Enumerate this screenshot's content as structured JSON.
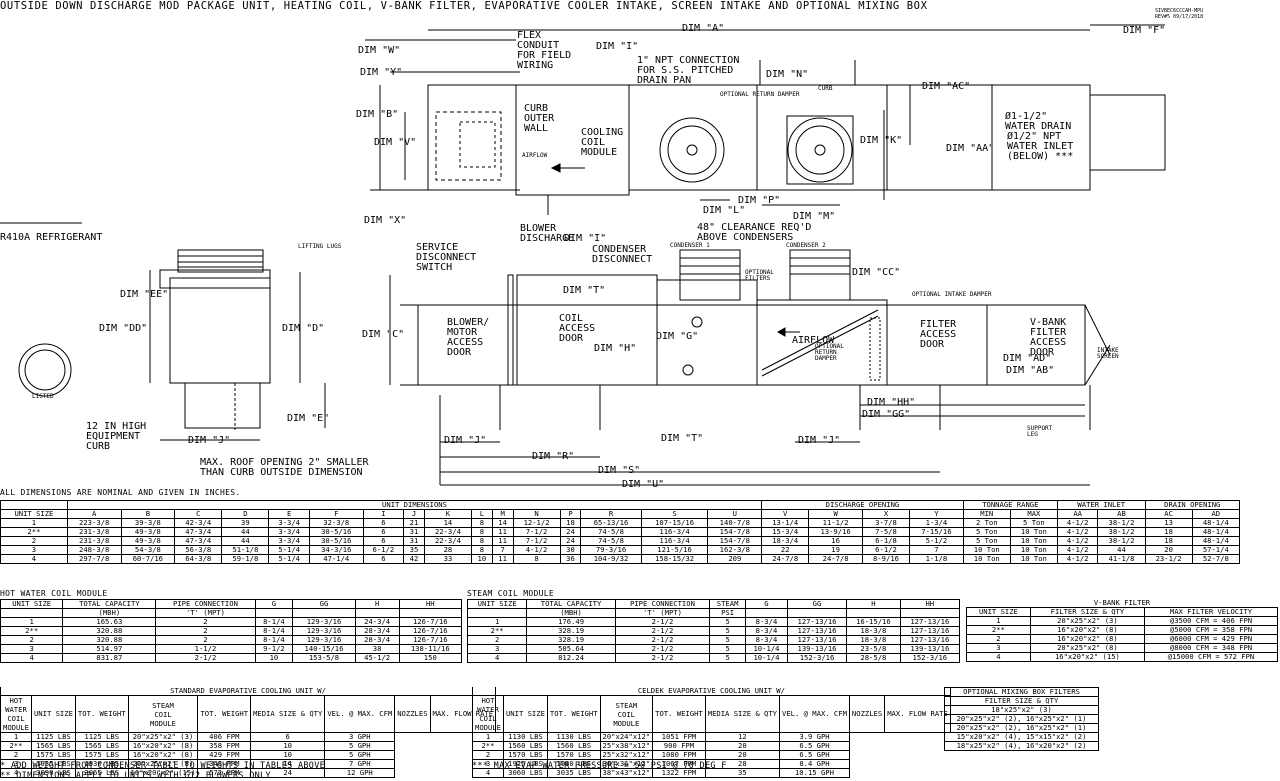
{
  "title": "OUTSIDE DOWN DISCHARGE MOD PACKAGE UNIT, HEATING COIL, V-BANK FILTER, EVAPORATIVE COOLER INTAKE, SCREEN INTAKE AND OPTIONAL MIXING BOX",
  "revision": {
    "code": "SIVBEC6CCCAH-MPU",
    "rev": "REV#5  09/17/2018"
  },
  "refrigerant": "R410A REFRIGERANT",
  "labels": {
    "dim_a": "DIM \"A\"",
    "dim_f": "DIM \"F\"",
    "dim_w": "DIM \"W\"",
    "dim_y": "DIM \"Y\"",
    "dim_b": "DIM \"B\"",
    "dim_v": "DIM \"V\"",
    "dim_x": "DIM \"X\"",
    "dim_i_top": "DIM \"I\"",
    "dim_i_bot": "DIM \"I\"",
    "dim_n": "DIM \"N\"",
    "dim_k": "DIM \"K\"",
    "dim_ac": "DIM \"AC\"",
    "dim_aa": "DIM \"AA\"",
    "dim_l": "DIM \"L\"",
    "dim_p": "DIM \"P\"",
    "dim_m": "DIM \"M\"",
    "dim_ee": "DIM \"EE\"",
    "dim_dd": "DIM \"DD\"",
    "dim_d": "DIM \"D\"",
    "dim_e": "DIM \"E\"",
    "dim_j_left": "DIM \"J\"",
    "dim_c": "DIM \"C\"",
    "dim_t_top": "DIM \"T\"",
    "dim_h": "DIM \"H\"",
    "dim_g": "DIM \"G\"",
    "dim_cc": "DIM \"CC\"",
    "dim_ad": "DIM \"AD\"",
    "dim_ab": "DIM \"AB\"",
    "dim_hh": "DIM \"HH\"",
    "dim_gg": "DIM \"GG\"",
    "dim_j1": "DIM \"J\"",
    "dim_t_bot": "DIM \"T\"",
    "dim_j2": "DIM \"J\"",
    "dim_r": "DIM \"R\"",
    "dim_s": "DIM \"S\"",
    "dim_u": "DIM \"U\"",
    "flex_conduit": "FLEX\nCONDUIT\nFOR FIELD\nWIRING",
    "npt_connection": "1\" NPT CONNECTION\nFOR S.S. PITCHED\nDRAIN PAN",
    "curb_outer_wall": "CURB\nOUTER\nWALL",
    "airflow_top": "AIRFLOW",
    "cooling_coil_module": "COOLING\nCOIL\nMODULE",
    "blower_discharge": "BLOWER\nDISCHARGE",
    "curb_small": "CURB",
    "optional_return_damper_top": "OPTIONAL RETURN DAMPER",
    "water_drain": "Ø1-1/2\"\nWATER DRAIN",
    "water_inlet": "Ø1/2\" NPT\nWATER INLET\n(BELOW) ***",
    "clearance": "48\" CLEARANCE REQ'D\nABOVE CONDENSERS",
    "lifting_lugs": "LIFTING LUGS",
    "equipment_curb": "12 IN HIGH\nEQUIPMENT\nCURB",
    "roof_opening": "MAX. ROOF OPENING 2\" SMALLER\nTHAN CURB OUTSIDE DIMENSION",
    "service_disconnect": "SERVICE\nDISCONNECT\nSWITCH",
    "condenser_disconnect": "CONDENSER\nDISCONNECT",
    "condenser_1": "CONDENSER 1",
    "condenser_2": "CONDENSER 2",
    "optional_filters": "OPTIONAL\nFILTERS",
    "optional_intake_damper": "OPTIONAL INTAKE DAMPER",
    "blower_access": "BLOWER/\nMOTOR\nACCESS\nDOOR",
    "coil_access": "COIL\nACCESS\nDOOR",
    "airflow_side": "AIRFLOW",
    "optional_return_damper_side": "OPTIONAL\nRETURN\nDAMPER",
    "filter_access": "FILTER\nACCESS\nDOOR",
    "vbank_access": "V-BANK\nFILTER\nACCESS\nDOOR",
    "intake_screen": "INTAKE\nSCREEN",
    "support_leg": "SUPPORT\nLEG",
    "etl_listed": "LISTED"
  },
  "dims_note": "ALL DIMENSIONS ARE NOMINAL AND GIVEN IN INCHES.",
  "unit_table": {
    "group_headers": [
      "UNIT DIMENSIONS",
      "DISCHARGE OPENING",
      "TONNAGE RANGE",
      "WATER INLET",
      "DRAIN OPENING"
    ],
    "columns": [
      "UNIT SIZE",
      "A",
      "B",
      "C",
      "D",
      "E",
      "F",
      "I",
      "J",
      "K",
      "L",
      "M",
      "N",
      "P",
      "R",
      "S",
      "U",
      "V",
      "W",
      "X",
      "Y",
      "MIN",
      "MAX",
      "AA",
      "AB",
      "AC",
      "AD"
    ],
    "rows": [
      [
        "1",
        "223-3/8",
        "39-3/8",
        "42-3/4",
        "39",
        "3-3/4",
        "32-3/8",
        "6",
        "21",
        "14",
        "8",
        "14",
        "12-1/2",
        "18",
        "65-13/16",
        "107-15/16",
        "140-7/8",
        "13-1/4",
        "11-1/2",
        "3-7/8",
        "1-3/4",
        "2 Ton",
        "5 Ton",
        "4-1/2",
        "38-1/2",
        "13",
        "48-1/4"
      ],
      [
        "2**",
        "231-3/8",
        "49-3/8",
        "47-3/4",
        "44",
        "3-3/4",
        "30-5/16",
        "6",
        "31",
        "22-3/4",
        "8",
        "11",
        "7-1/2",
        "24",
        "74-5/8",
        "116-3/4",
        "154-7/8",
        "15-3/4",
        "13-9/16",
        "7-5/8",
        "7-15/16",
        "5 Ton",
        "10 Ton",
        "4-1/2",
        "38-1/2",
        "18",
        "48-1/4"
      ],
      [
        "2",
        "231-3/8",
        "49-3/8",
        "47-3/4",
        "44",
        "3-3/4",
        "30-5/16",
        "6",
        "31",
        "22-3/4",
        "8",
        "11",
        "7-1/2",
        "24",
        "74-5/8",
        "116-3/4",
        "154-7/8",
        "18-3/4",
        "16",
        "6-1/8",
        "5-1/2",
        "5 Ton",
        "10 Ton",
        "4-1/2",
        "38-1/2",
        "18",
        "48-1/4"
      ],
      [
        "3",
        "248-3/8",
        "54-3/8",
        "56-3/8",
        "51-1/8",
        "5-1/4",
        "34-3/16",
        "6-1/2",
        "35",
        "28",
        "8",
        "7",
        "4-1/2",
        "30",
        "79-3/16",
        "121-5/16",
        "162-3/8",
        "22",
        "19",
        "6-1/2",
        "7",
        "10 Ton",
        "10 Ton",
        "4-1/2",
        "44",
        "20",
        "57-1/4"
      ],
      [
        "4",
        "297-7/8",
        "60-7/16",
        "64-3/8",
        "59-1/8",
        "5-1/4",
        "47-1/4",
        "6",
        "42",
        "33",
        "10",
        "11",
        "8",
        "36",
        "104-9/32",
        "158-15/32",
        "209",
        "24-7/8",
        "24-7/8",
        "8-9/16",
        "1-1/8",
        "10 Ton",
        "10 Ton",
        "4-1/2",
        "41-1/8",
        "23-1/2",
        "52-7/8"
      ]
    ]
  },
  "hot_water": {
    "title": "HOT WATER COIL MODULE",
    "headers": [
      "UNIT SIZE",
      "TOTAL CAPACITY",
      "PIPE CONNECTION",
      "G",
      "GG",
      "H",
      "HH"
    ],
    "subheaders": [
      "",
      "(MBH)",
      "'T' (MPT)",
      "",
      "",
      "",
      ""
    ],
    "rows": [
      [
        "1",
        "165.63",
        "2",
        "8-1/4",
        "129-3/16",
        "24-3/4",
        "126-7/16"
      ],
      [
        "2**",
        "320.88",
        "2",
        "8-1/4",
        "129-3/16",
        "28-3/4",
        "126-7/16"
      ],
      [
        "2",
        "320.88",
        "2",
        "8-1/4",
        "129-3/16",
        "28-3/4",
        "126-7/16"
      ],
      [
        "3",
        "514.97",
        "1-1/2",
        "9-1/2",
        "140-15/16",
        "38",
        "138-11/16"
      ],
      [
        "4",
        "831.87",
        "2-1/2",
        "10",
        "153-5/8",
        "45-1/2",
        "150"
      ]
    ]
  },
  "steam": {
    "title": "STEAM COIL MODULE",
    "headers": [
      "UNIT SIZE",
      "TOTAL CAPACITY",
      "PIPE CONNECTION",
      "STEAM",
      "G",
      "GG",
      "H",
      "HH"
    ],
    "subheaders": [
      "",
      "(MBH)",
      "'T' (MPT)",
      "PSI",
      "",
      "",
      "",
      ""
    ],
    "rows": [
      [
        "1",
        "176.49",
        "2-1/2",
        "5",
        "8-3/4",
        "127-13/16",
        "16-15/16",
        "127-13/16"
      ],
      [
        "2**",
        "328.19",
        "2-1/2",
        "5",
        "8-3/4",
        "127-13/16",
        "18-3/8",
        "127-13/16"
      ],
      [
        "2",
        "328.19",
        "2-1/2",
        "5",
        "8-3/4",
        "127-13/16",
        "18-3/8",
        "127-13/16"
      ],
      [
        "3",
        "505.64",
        "2-1/2",
        "5",
        "10-1/4",
        "139-13/16",
        "23-5/8",
        "139-13/16"
      ],
      [
        "4",
        "812.24",
        "2-1/2",
        "5",
        "10-1/4",
        "152-3/16",
        "28-5/8",
        "152-3/16"
      ]
    ]
  },
  "vbank": {
    "title": "V-BANK FILTER",
    "headers": [
      "UNIT SIZE",
      "FILTER SIZE & QTY",
      "MAX FILTER VELOCITY"
    ],
    "rows": [
      [
        "1",
        "20\"x25\"x2\" (3)",
        "@3500 CFM = 406 FPN"
      ],
      [
        "2**",
        "16\"x20\"x2\" (8)",
        "@5000 CFM = 358 FPN"
      ],
      [
        "2",
        "16\"x20\"x2\" (8)",
        "@6000 CFM = 429 FPN"
      ],
      [
        "3",
        "20\"x25\"x2\" (8)",
        "@8000 CFM = 348 FPN"
      ],
      [
        "4",
        "16\"x20\"x2\" (15)",
        "@15000 CFM = 572 FPN"
      ]
    ]
  },
  "std_evap": {
    "title": "STANDARD EVAPORATIVE COOLING UNIT W/",
    "left_label": "HOT\nWATER\nCOIL\nMODULE",
    "mid_label": "STEAM\nCOIL\nMODULE",
    "headers": [
      "UNIT SIZE",
      "TOT. WEIGHT",
      "",
      "TOT. WEIGHT",
      "MEDIA SIZE & QTY",
      "VEL. @ MAX. CFM",
      "NOZZLES",
      "MAX. FLOW RATE"
    ],
    "rows": [
      [
        "1",
        "1125 LBS",
        "1125 LBS",
        "20\"x25\"x2\" (3)",
        "406 FPM",
        "6",
        "3 GPH"
      ],
      [
        "2**",
        "1565 LBS",
        "1565 LBS",
        "16\"x20\"x2\" (8)",
        "358 FPM",
        "10",
        "5 GPH"
      ],
      [
        "2",
        "1575 LBS",
        "1575 LBS",
        "16\"x20\"x2\" (8)",
        "429 FPM",
        "10",
        "5 GPH"
      ],
      [
        "3",
        "1935 LBS",
        "1930 LBS",
        "20\"x25\"x2\" (8)",
        "348 FPM",
        "14",
        "7 GPH"
      ],
      [
        "4",
        "3090 LBS",
        "3065 LBS",
        "16\"x20\"x2\" (15)",
        "572 FPM",
        "24",
        "12 GPH"
      ]
    ]
  },
  "celdek": {
    "title": "CELDEK EVAPORATIVE COOLING UNIT W/",
    "left_label": "HOT\nWATER\nCOIL\nMODULE",
    "mid_label": "STEAM\nCOIL\nMODULE",
    "headers": [
      "UNIT SIZE",
      "TOT. WEIGHT",
      "",
      "TOT. WEIGHT",
      "MEDIA SIZE & QTY",
      "VEL. @ MAX. CFM",
      "NOZZLES",
      "MAX. FLOW RATE"
    ],
    "rows": [
      [
        "1",
        "1130 LBS",
        "1130 LBS",
        "20\"x24\"x12\"",
        "1051 FPM",
        "12",
        "3.9 GPH"
      ],
      [
        "2**",
        "1560 LBS",
        "1560 LBS",
        "25\"x38\"x12\"",
        "900 FPM",
        "20",
        "6.5 GPH"
      ],
      [
        "2",
        "1570 LBS",
        "1570 LBS",
        "25\"x32\"x12\"",
        "1080 FPM",
        "20",
        "6.5 GPH"
      ],
      [
        "3",
        "1925 LBS",
        "1980 LBS",
        "30\"x36\"x12\"",
        "1067 FPM",
        "28",
        "8.4 GPH"
      ],
      [
        "4",
        "3060 LBS",
        "3035 LBS",
        "38\"x43\"x12\"",
        "1322 FPM",
        "35",
        "10.15 GPH"
      ]
    ]
  },
  "mixing_box": {
    "title": "OPTIONAL MIXING BOX FILTERS",
    "header": "FILTER SIZE & QTY",
    "rows": [
      "18\"x25\"x2\" (3)",
      "20\"x25\"x2\" (2), 16\"x25\"x2\" (1)",
      "20\"x25\"x2\" (2), 16\"x25\"x2\" (1)",
      "15\"x20\"x2\" (4), 15\"x15\"x2\" (2)",
      "18\"x25\"x2\" (4), 16\"x20\"x2\" (2)"
    ]
  },
  "footnotes": {
    "f1": "* ADD WEIGHT FROM CONDENSER TABLE TO WEIGHTS IN TABLES ABOVE",
    "f2": "** DIMENSIONS APPLY TO UNITS WITH G12 BLOWERS ONLY",
    "f3": "*** MAX EVAP WATER PRESSURE = 50 PSI @ 70 DEG F"
  }
}
